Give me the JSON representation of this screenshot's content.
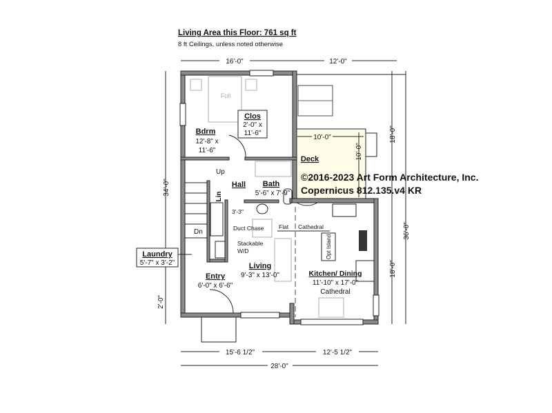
{
  "header": {
    "title": "Living Area this Floor: 761 sq ft",
    "subtitle": "8 ft Ceilings, unless noted otherwise"
  },
  "copyright": {
    "line1": "©2016-2023 Art Form Architecture, Inc.",
    "line2": "Copernicus 812.135.v4 KR"
  },
  "dimensions": {
    "top_left": "16'-0\"",
    "top_right": "12'-0\"",
    "right_upper": "18'-0\"",
    "right_lower": "18'-0\"",
    "right_total": "36'-0\"",
    "left_total": "34'-0\"",
    "left_small": "2'-0\"",
    "bottom_left": "15'-6 1/2\"",
    "bottom_right": "12'-5 1/2\"",
    "bottom_total": "28'-0\""
  },
  "rooms": {
    "bedroom": {
      "name": "Bdrm",
      "size1": "12'-8\" x",
      "size2": "11'-6\"",
      "bed": "Full"
    },
    "closet": {
      "name": "Clos",
      "size1": "2'-0\" x",
      "size2": "11'-6\""
    },
    "hall": {
      "name": "Hall"
    },
    "bath": {
      "name": "Bath",
      "size": "5'-6\" x 7'-9\""
    },
    "deck": {
      "name": "Deck",
      "dim_h": "10'-0\"",
      "dim_v": "10'-0\""
    },
    "laundry": {
      "name": "Laundry",
      "size": "5'-7\" x 3'-2\""
    },
    "living": {
      "name": "Living",
      "size": "9'-3\" x 13'-0\""
    },
    "kitchen": {
      "name": "Kitchen/ Dining",
      "size": "11'-10\" x 17'-0\"",
      "ceiling": "Cathedral"
    },
    "entry": {
      "name": "Entry",
      "size": "6'-0\" x 6'-6\""
    }
  },
  "notes": {
    "up": "Up",
    "dn": "Dn",
    "lin": "Lin",
    "chase_width": "3'-3\"",
    "duct_chase": "Duct Chase",
    "stackable": "Stackable",
    "wd": "W/D",
    "flat": "Flat",
    "cathedral": "Cathedral",
    "island": "Opt Island"
  },
  "colors": {
    "deck": "#fffde8",
    "wall": "#8a8a8a"
  }
}
